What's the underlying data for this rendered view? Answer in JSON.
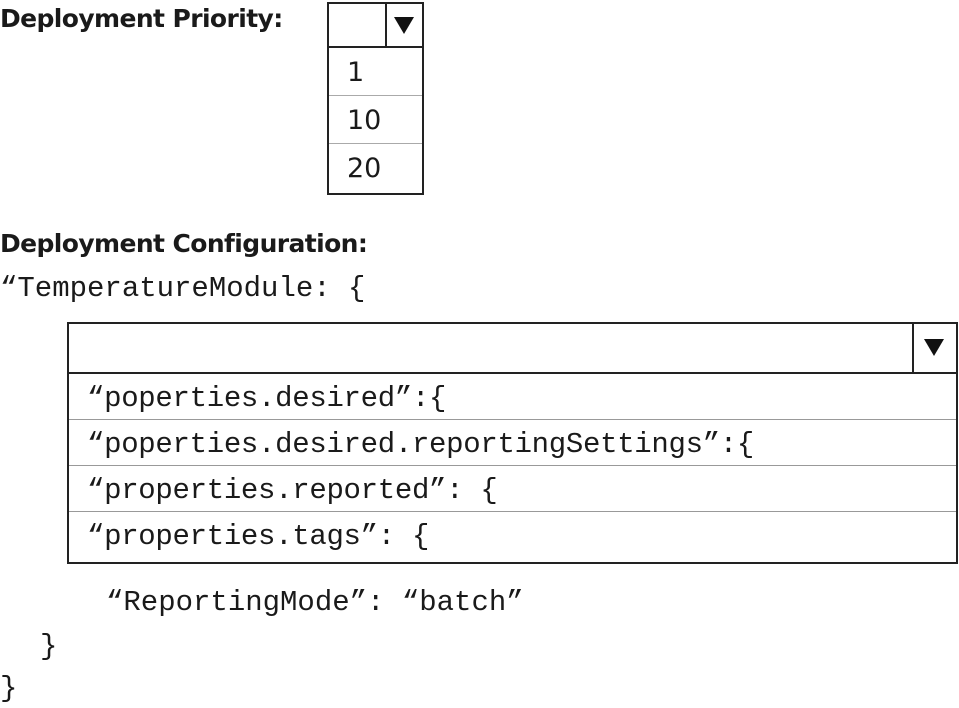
{
  "priority": {
    "label": "Deployment Priority:",
    "selected": "",
    "options": [
      "1",
      "10",
      "20"
    ]
  },
  "configuration": {
    "label": "Deployment Configuration:",
    "module_line": "“TemperatureModule: {",
    "dropdown": {
      "selected": "",
      "options": [
        "“poperties.desired”:{",
        "“poperties.desired.reportingSettings”:{",
        "“properties.reported”: {",
        "“properties.tags”: {"
      ]
    },
    "reporting_line": "“ReportingMode”: “batch”",
    "inner_close": "}",
    "outer_close": "}"
  },
  "icons": {
    "dropdown_arrow": "chevron-down-icon"
  }
}
